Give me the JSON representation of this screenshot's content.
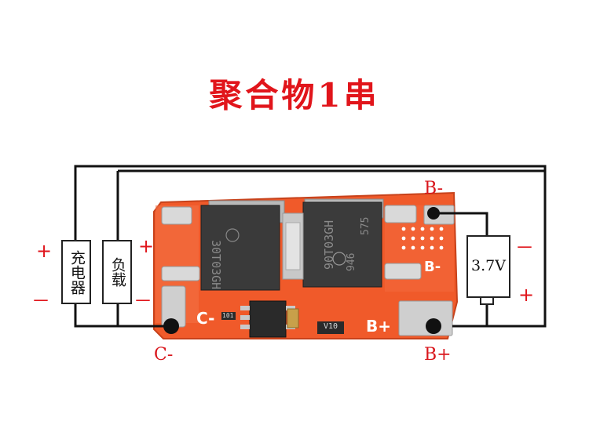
{
  "title": "聚合物1串",
  "labels": {
    "b_minus": "B-",
    "b_plus": "B+",
    "c_minus": "C-"
  },
  "boxes": {
    "charger": "充电器",
    "load": "负载",
    "battery": "3.7V"
  },
  "signs": {
    "plus": "+",
    "minus": "－"
  },
  "board_silk": {
    "c_minus": "C-",
    "b_plus": "B+",
    "b_minus": "B-"
  },
  "chip_codes": {
    "mosfet_left": "30T03GH",
    "mosfet_right_line1": "90T03GH",
    "mosfet_right_line2": "946",
    "mosfet_right_line3": "575",
    "resistor_left": "101",
    "resistor_right": "V10"
  },
  "colors": {
    "title": "#e1151b",
    "label": "#d9161c",
    "pcb": "#f05a2a",
    "wire": "#111111"
  }
}
